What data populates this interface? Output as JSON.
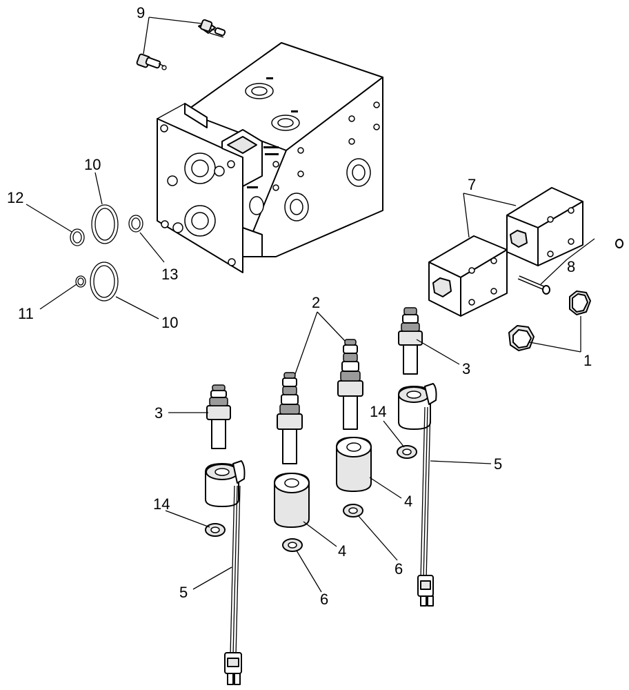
{
  "callouts": {
    "c1": "1",
    "c2": "2",
    "c3a": "3",
    "c3b": "3",
    "c4a": "4",
    "c4b": "4",
    "c5a": "5",
    "c5b": "5",
    "c6a": "6",
    "c6b": "6",
    "c7": "7",
    "c8": "8",
    "c9": "9",
    "c10a": "10",
    "c10b": "10",
    "c11": "11",
    "c12": "12",
    "c13": "13",
    "c14a": "14",
    "c14b": "14"
  }
}
